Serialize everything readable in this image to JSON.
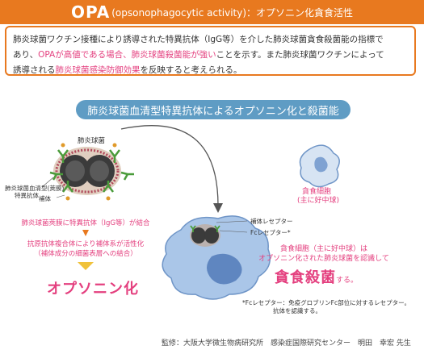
{
  "header": {
    "title_main": "OPA",
    "title_sub": "(opsonophagocytic activity)：オプソニン化貪食活性"
  },
  "intro": {
    "line1": "肺炎球菌ワクチン接種により誘導された特異抗体（IgG等）を介した肺炎球菌貪食殺菌能の指標で",
    "line2_a": "あり、",
    "line2_hl1": "OPAが高値である場合、肺炎球菌殺菌能が強い",
    "line2_b": "ことを示す。また肺炎球菌ワクチンによって",
    "line3_a": "誘導される",
    "line3_hl": "肺炎球菌感染防御効果",
    "line3_b": "を反映すると考えられる。"
  },
  "section_title": "肺炎球菌血清型特異抗体によるオプソニン化と殺菌能",
  "labels": {
    "pneumococcus": "肺炎球菌",
    "antibody_line1": "肺炎球菌血清型(莢膜)",
    "antibody_line2": "特異抗体",
    "complement": "補体",
    "phagocyte_line1": "貪食細胞",
    "phagocyte_line2": "(主に好中球)",
    "complement_receptor": "補体レセプター",
    "fc_receptor": "Fcレセプター*"
  },
  "flow": {
    "step1": "肺炎球菌莢膜に特異抗体（IgG等）が結合",
    "step2_line1": "抗原抗体複合体により補体系が活性化",
    "step2_line2": "（補体成分の細菌表層への結合）",
    "result": "オプソニン化"
  },
  "right": {
    "desc_line1": "貪食細胞（主に好中球）は",
    "desc_line2": "オプソニン化された肺炎球菌を認識して",
    "kill_big": "貪食殺菌",
    "kill_suffix": "する。"
  },
  "note": {
    "line1": "*Fcレセプター：免疫グロブリンFc部位に対するレセプター。",
    "line2": "抗体を認識する。"
  },
  "footer": "監修：大阪大学微生物病研究所　感染症国際研究センター　明田　幸宏 先生",
  "colors": {
    "accent_orange": "#e8791f",
    "accent_pink": "#e4407f",
    "section_blue": "#5f9cc4",
    "phagocyte_blue": "#8fb3dc"
  }
}
